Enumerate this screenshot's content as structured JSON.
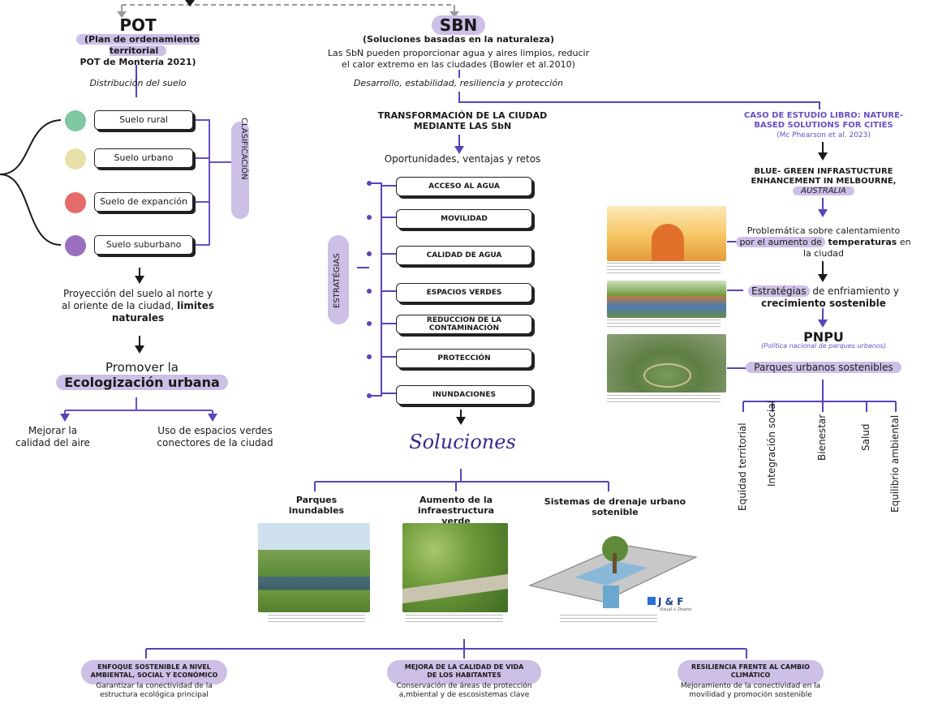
{
  "colors": {
    "accent": "#6a4fc4",
    "highlight": "#cdbfe6",
    "line": "#5b43b8"
  },
  "pot": {
    "title": "POT",
    "subtitle1": "(Plan de ordenamiento territorial",
    "subtitle2": "POT de Montería 2021)",
    "distribution": "Distribución del suelo",
    "classification": "CLASIFICACIÓN",
    "soils": [
      {
        "label": "Suelo rural",
        "color": "#7fc8a1"
      },
      {
        "label": "Suelo urbano",
        "color": "#e6e0a8"
      },
      {
        "label": "Suelo de expanción",
        "color": "#e56a6a"
      },
      {
        "label": "Suelo suburbano",
        "color": "#9a6fc0"
      }
    ],
    "projection1": "Proyección del suelo al norte y",
    "projection2": "al oriente de la ciudad,",
    "projection_bold": "limites",
    "projection3": "naturales",
    "promote": "Promover la",
    "ecologization": "Ecologización urbana",
    "left_item1": "Mejorar la",
    "left_item2": "calidad del aire",
    "right_item1": "Uso de espacios verdes",
    "right_item2": "conectores de la ciudad"
  },
  "sbn": {
    "title": "SBN",
    "subtitle": "(Soluciones basadas en la naturaleza)",
    "desc1": "Las SbN pueden proporcionar agua y aires limpios, reducir",
    "desc2": "el calor extremo en las ciudades (Bowler et al.2010)",
    "tagline": "Desarrollo, estabilidad, resiliencia y protección",
    "transform1": "TRANSFORMACIÓN DE LA CIUDAD",
    "transform2": "MEDIANTE LAS SbN",
    "opportunities": "Oportunidades, ventajas y retos",
    "strategies_label": "ESTRATÉGIAS",
    "strategies": [
      "ACCESO AL AGUA",
      "MOVILIDAD",
      "CALIDAD DE AGUA",
      "ESPACIOS VERDES",
      "REDUCCION DE LA CONTAMINACIÓN",
      "PROTECCIÓN",
      "INUNDACIONES"
    ],
    "solutions": "Soluciones",
    "solution_items": [
      {
        "title1": "Parques",
        "title2": "inundables"
      },
      {
        "title1": "Aumento de la infraestructura",
        "title2": "verde"
      },
      {
        "title1": "Sistemas de drenaje urbano",
        "title2": "sotenible"
      }
    ],
    "logo": "J & F",
    "logo_sub": "Visual + Diseño"
  },
  "case": {
    "title1": "CASO DE ESTUDIO LIBRO: NATURE-",
    "title2": "BASED SOLUTIONS FOR CITIES",
    "ref": "(Mc Phearson et al. 2023)",
    "blue1": "BLUE- GREEN INFRASTUCTURE",
    "blue2": "ENHANCEMENT IN MELBOURNE,",
    "australia": "AUSTRALIA",
    "problem1": "Problemática sobre calentamiento",
    "problem2": "por el aumento de",
    "problem_bold": "temperaturas",
    "problem3": "en",
    "problem4": "la ciudad",
    "strategies1": "Estratégias",
    "strategies2": "de enfriamiento y",
    "strategies3": "crecimiento sostenible",
    "pnpu": "PNPU",
    "pnpu_sub": "(Política nacional de parques urbanos)",
    "parks": "Parques urbanos sostenibles",
    "branches": [
      "Equidad territorial",
      "Integración social",
      "Bienestar",
      "Salud",
      "Equilibrio ambiental"
    ]
  },
  "bottom": [
    {
      "title1": "ENFOQUE SOSTENIBLE  A NIVEL",
      "title2": "AMBIENTAL, SOCIAL Y ECONÓMICO",
      "desc1": "Garantizar la conectividad de la",
      "desc2": "estructura ecológica principal"
    },
    {
      "title1": "MEJORA DE LA CALIDAD DE VIDA",
      "title2": "DE LOS HABITANTES",
      "desc1": "Conservación de áreas de protección",
      "desc2": "a,mbiental y de escosistemas clave"
    },
    {
      "title1": "RESILIENCIA FRENTE AL CAMBIO",
      "title2": "CLIMÁTICO",
      "desc1": "Mejoramiento de la conectividad en la",
      "desc2": "movilidad y promoción sostenible"
    }
  ]
}
